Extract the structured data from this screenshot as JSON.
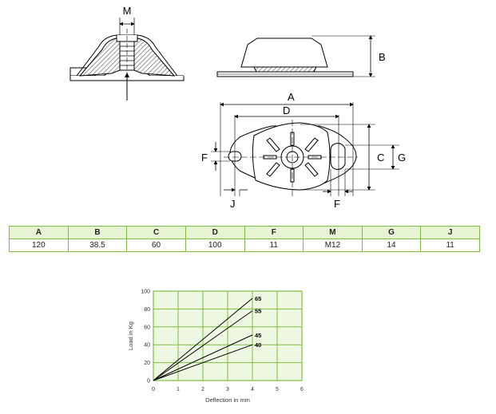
{
  "drawing": {
    "section_label": "M",
    "side_label": "B",
    "plan_labels": {
      "a": "A",
      "d": "D",
      "c": "C",
      "g": "G",
      "f_left": "F",
      "j": "J",
      "f_bottom": "F"
    }
  },
  "dimensions": {
    "headers": [
      "A",
      "B",
      "C",
      "D",
      "F",
      "M",
      "G",
      "J"
    ],
    "values": [
      "120",
      "38.5",
      "60",
      "100",
      "11",
      "M12",
      "14",
      "11"
    ]
  },
  "chart_data": {
    "type": "line",
    "xlabel": "Deflection in mm",
    "ylabel": "Load in Kg",
    "xlim": [
      0,
      6
    ],
    "ylim": [
      0,
      100
    ],
    "x_ticks": [
      "0",
      "1",
      "2",
      "3",
      "4",
      "5",
      "6"
    ],
    "y_ticks": [
      "0",
      "20",
      "40",
      "60",
      "80",
      "100"
    ],
    "grid": true,
    "series": [
      {
        "name": "65",
        "points": [
          [
            0,
            0
          ],
          [
            4,
            92
          ]
        ]
      },
      {
        "name": "55",
        "points": [
          [
            0,
            0
          ],
          [
            4,
            78
          ]
        ]
      },
      {
        "name": "45",
        "points": [
          [
            0,
            0
          ],
          [
            4,
            51
          ]
        ]
      },
      {
        "name": "40",
        "points": [
          [
            0,
            0
          ],
          [
            4,
            40
          ]
        ]
      }
    ],
    "colors": {
      "background": "#eef7e2",
      "grid": "#7fbf3f",
      "line": "#000000"
    }
  }
}
